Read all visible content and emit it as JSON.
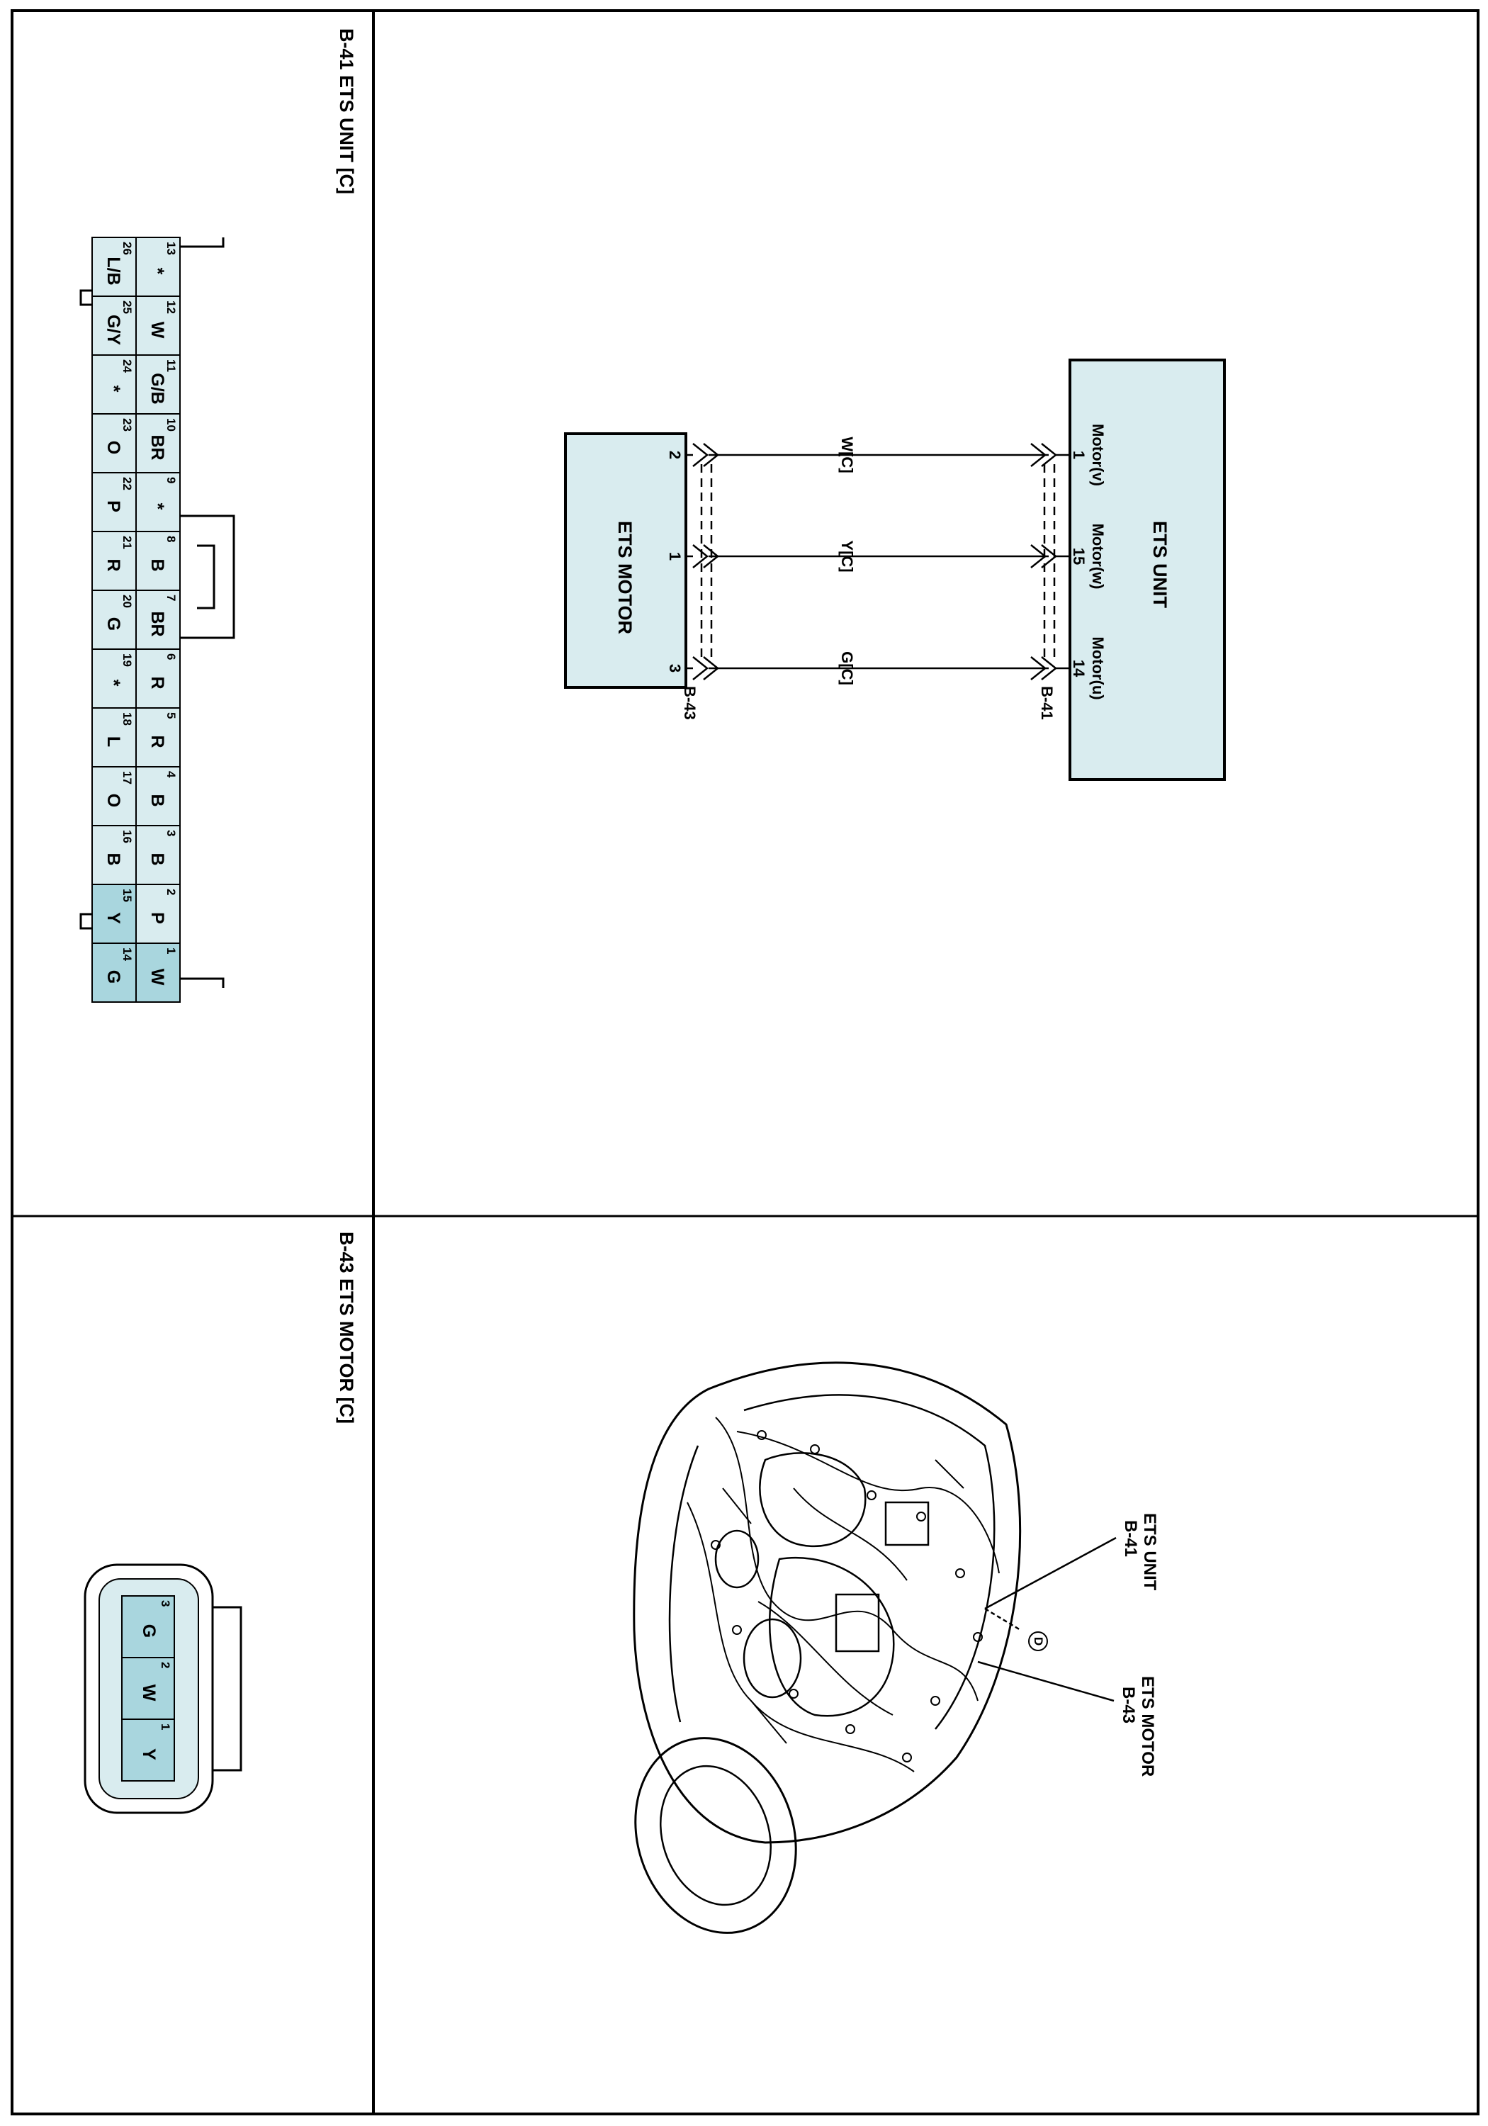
{
  "connector_b41": {
    "title": "B-41 ETS UNIT [C]",
    "fill_highlight": "#a9d6de",
    "fill_normal": "#d9ecef",
    "top_row": [
      {
        "pin": "13",
        "color": "*"
      },
      {
        "pin": "12",
        "color": "W"
      },
      {
        "pin": "11",
        "color": "G/B"
      },
      {
        "pin": "10",
        "color": "BR"
      },
      {
        "pin": "9",
        "color": "*"
      },
      {
        "pin": "8",
        "color": "B"
      },
      {
        "pin": "7",
        "color": "BR"
      },
      {
        "pin": "6",
        "color": "R"
      },
      {
        "pin": "5",
        "color": "R"
      },
      {
        "pin": "4",
        "color": "B"
      },
      {
        "pin": "3",
        "color": "B"
      },
      {
        "pin": "2",
        "color": "P"
      },
      {
        "pin": "1",
        "color": "W",
        "highlight": true
      }
    ],
    "bottom_row": [
      {
        "pin": "26",
        "color": "L/B"
      },
      {
        "pin": "25",
        "color": "G/Y"
      },
      {
        "pin": "24",
        "color": "*"
      },
      {
        "pin": "23",
        "color": "O"
      },
      {
        "pin": "22",
        "color": "P"
      },
      {
        "pin": "21",
        "color": "R"
      },
      {
        "pin": "20",
        "color": "G"
      },
      {
        "pin": "19",
        "color": "*"
      },
      {
        "pin": "18",
        "color": "L"
      },
      {
        "pin": "17",
        "color": "O"
      },
      {
        "pin": "16",
        "color": "B"
      },
      {
        "pin": "15",
        "color": "Y",
        "highlight": true
      },
      {
        "pin": "14",
        "color": "G",
        "highlight": true
      }
    ]
  },
  "connector_b43": {
    "title": "B-43 ETS MOTOR [C]",
    "pins": [
      {
        "pin": "3",
        "color": "G"
      },
      {
        "pin": "2",
        "color": "W"
      },
      {
        "pin": "1",
        "color": "Y"
      }
    ]
  },
  "schematic": {
    "unit_title": "ETS UNIT",
    "motor_title": "ETS MOTOR",
    "unit_connector": "B-41",
    "motor_connector": "B-43",
    "box_fill": "#d9ecef",
    "wires": [
      {
        "unit_pin": "1",
        "unit_label": "Motor(v)",
        "wire_color": "W[C]",
        "motor_pin": "2"
      },
      {
        "unit_pin": "15",
        "unit_label": "Motor(w)",
        "wire_color": "Y[C]",
        "motor_pin": "1"
      },
      {
        "unit_pin": "14",
        "unit_label": "Motor(u)",
        "wire_color": "G[C]",
        "motor_pin": "3"
      }
    ]
  },
  "location": {
    "unit_label": "ETS UNIT",
    "unit_code": "B-41",
    "motor_label": "ETS MOTOR",
    "motor_code": "B-43",
    "marker": "D"
  }
}
